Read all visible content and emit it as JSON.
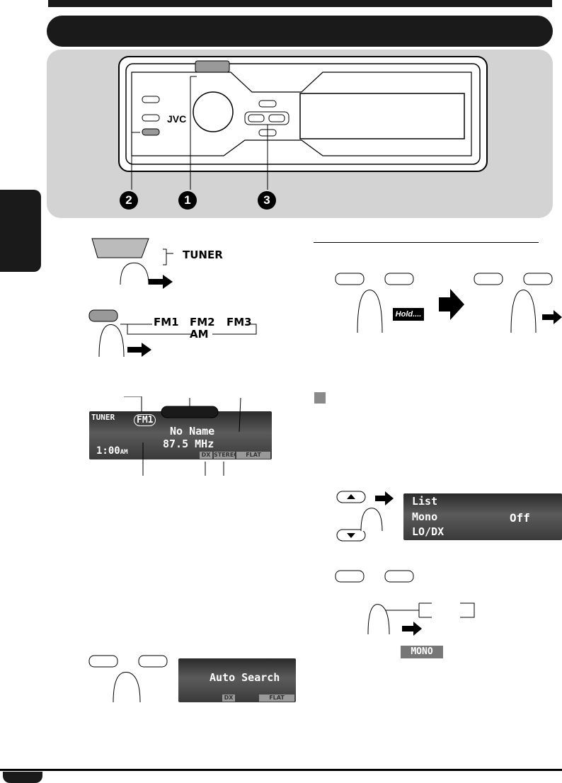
{
  "brand": "JVC",
  "callouts": [
    "2",
    "1",
    "3"
  ],
  "flows": {
    "source": "TUNER",
    "fm1": "FM1",
    "fm2": "FM2",
    "fm3": "FM3",
    "am": "AM"
  },
  "tuner_display": {
    "source_label": "TUNER",
    "band": "FM1",
    "station_name": "No Name",
    "clock": "1:00",
    "clock_suffix": "AM",
    "frequency": "87.5 MHz",
    "ind_dx": "DX",
    "ind_stereo": "STEREO",
    "ind_flat": "FLAT"
  },
  "hold_label": "Hold....",
  "menu_display": {
    "item1": "List",
    "item2": "Mono",
    "item3": "LO/DX",
    "value": "Off"
  },
  "search_display": {
    "text": "Auto Search",
    "ind_dx": "DX",
    "ind_flat": "FLAT"
  },
  "mono_badge": "MONO"
}
